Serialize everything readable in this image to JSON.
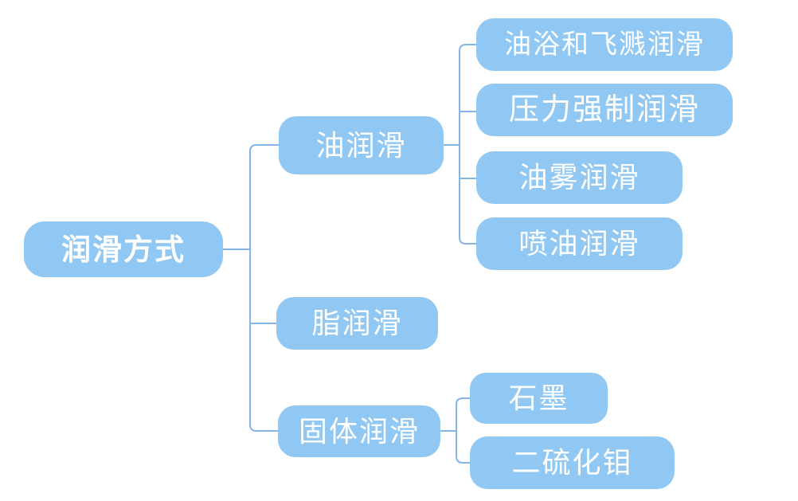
{
  "diagram": {
    "type": "mindmap",
    "root": {
      "label": "润滑方式"
    },
    "branches": [
      {
        "label": "油润滑",
        "children": [
          {
            "label": "油浴和飞溅润滑"
          },
          {
            "label": "压力强制润滑"
          },
          {
            "label": "油雾润滑"
          },
          {
            "label": "喷油润滑"
          }
        ]
      },
      {
        "label": "脂润滑",
        "children": []
      },
      {
        "label": "固体润滑",
        "children": [
          {
            "label": "石墨"
          },
          {
            "label": "二硫化钼"
          }
        ]
      }
    ],
    "colors": {
      "node_fill": "#91c8f3",
      "node_text": "#ffffff",
      "connector": "#85b5e5",
      "background": "#ffffff"
    }
  }
}
